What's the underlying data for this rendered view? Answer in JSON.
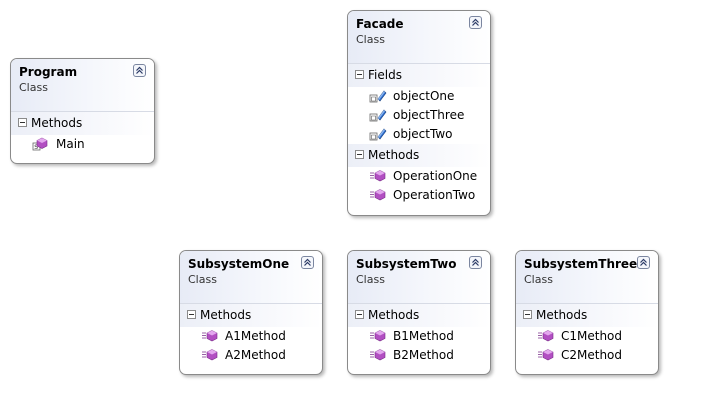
{
  "classes": [
    {
      "name": "Program",
      "kind": "Class",
      "sections": [
        {
          "label": "Methods",
          "items": [
            {
              "label": "Main",
              "icon": "static-method-icon"
            }
          ]
        }
      ]
    },
    {
      "name": "Facade",
      "kind": "Class",
      "sections": [
        {
          "label": "Fields",
          "items": [
            {
              "label": "objectOne",
              "icon": "field-icon"
            },
            {
              "label": "objectThree",
              "icon": "field-icon"
            },
            {
              "label": "objectTwo",
              "icon": "field-icon"
            }
          ]
        },
        {
          "label": "Methods",
          "items": [
            {
              "label": "OperationOne",
              "icon": "method-icon"
            },
            {
              "label": "OperationTwo",
              "icon": "method-icon"
            }
          ]
        }
      ]
    },
    {
      "name": "SubsystemOne",
      "kind": "Class",
      "sections": [
        {
          "label": "Methods",
          "items": [
            {
              "label": "A1Method",
              "icon": "method-icon"
            },
            {
              "label": "A2Method",
              "icon": "method-icon"
            }
          ]
        }
      ]
    },
    {
      "name": "SubsystemTwo",
      "kind": "Class",
      "sections": [
        {
          "label": "Methods",
          "items": [
            {
              "label": "B1Method",
              "icon": "method-icon"
            },
            {
              "label": "B2Method",
              "icon": "method-icon"
            }
          ]
        }
      ]
    },
    {
      "name": "SubsystemThree",
      "kind": "Class",
      "sections": [
        {
          "label": "Methods",
          "items": [
            {
              "label": "C1Method",
              "icon": "method-icon"
            },
            {
              "label": "C2Method",
              "icon": "method-icon"
            }
          ]
        }
      ]
    }
  ],
  "colors": {
    "method_icon": "#b24fc2",
    "field_icon": "#2f6fd0",
    "header_gradient": "#e7ebf6"
  }
}
